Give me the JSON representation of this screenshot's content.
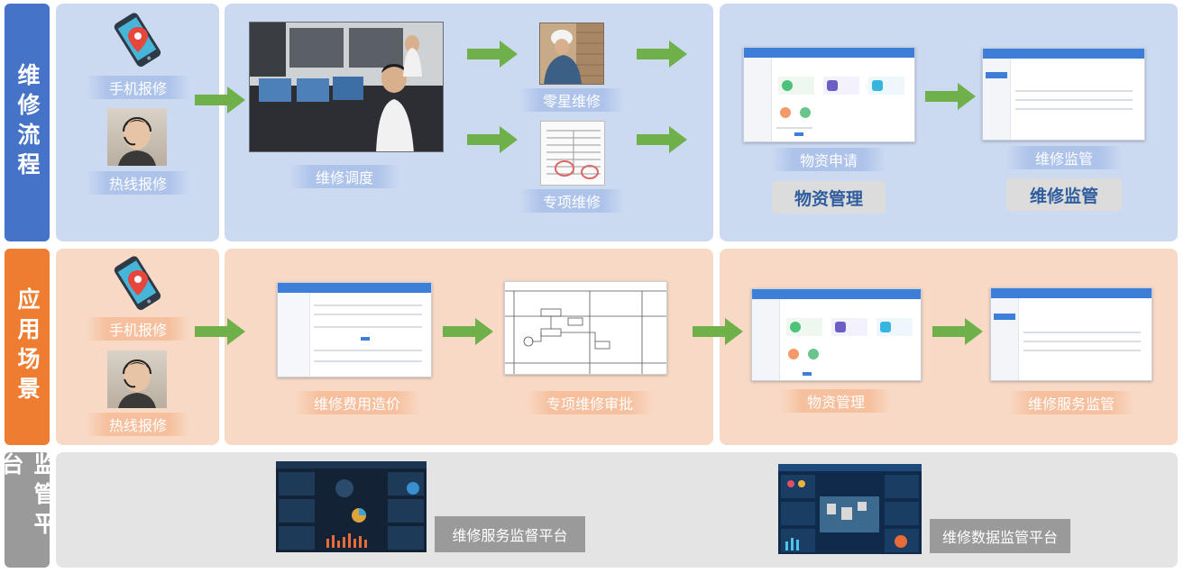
{
  "rows": [
    {
      "label": "维修流程",
      "color": "#4573c8"
    },
    {
      "label": "应用场景",
      "color": "#ee7d31"
    },
    {
      "label": "监管平台",
      "color": "#9a9a9a"
    }
  ],
  "flow": {
    "mobile": "手机报修",
    "hotline": "热线报修",
    "dispatch": "维修调度",
    "minor": "零星维修",
    "special": "专项维修",
    "material_apply": "物资申请",
    "repair_monitor": "维修监管",
    "btn_material": "物资管理",
    "btn_monitor": "维修监管"
  },
  "scene": {
    "mobile": "手机报修",
    "hotline": "热线报修",
    "cost": "维修费用造价",
    "approval": "专项维修审批",
    "material": "物资管理",
    "service_monitor": "维修服务监管"
  },
  "platform": {
    "service": "维修服务监督平台",
    "data": "维修数据监管平台"
  },
  "colors": {
    "arrow": "#6fb04a",
    "blue_panel": "#cbd9f1",
    "orange_panel": "#f8d9c5",
    "gray_panel": "#e4e4e4"
  }
}
